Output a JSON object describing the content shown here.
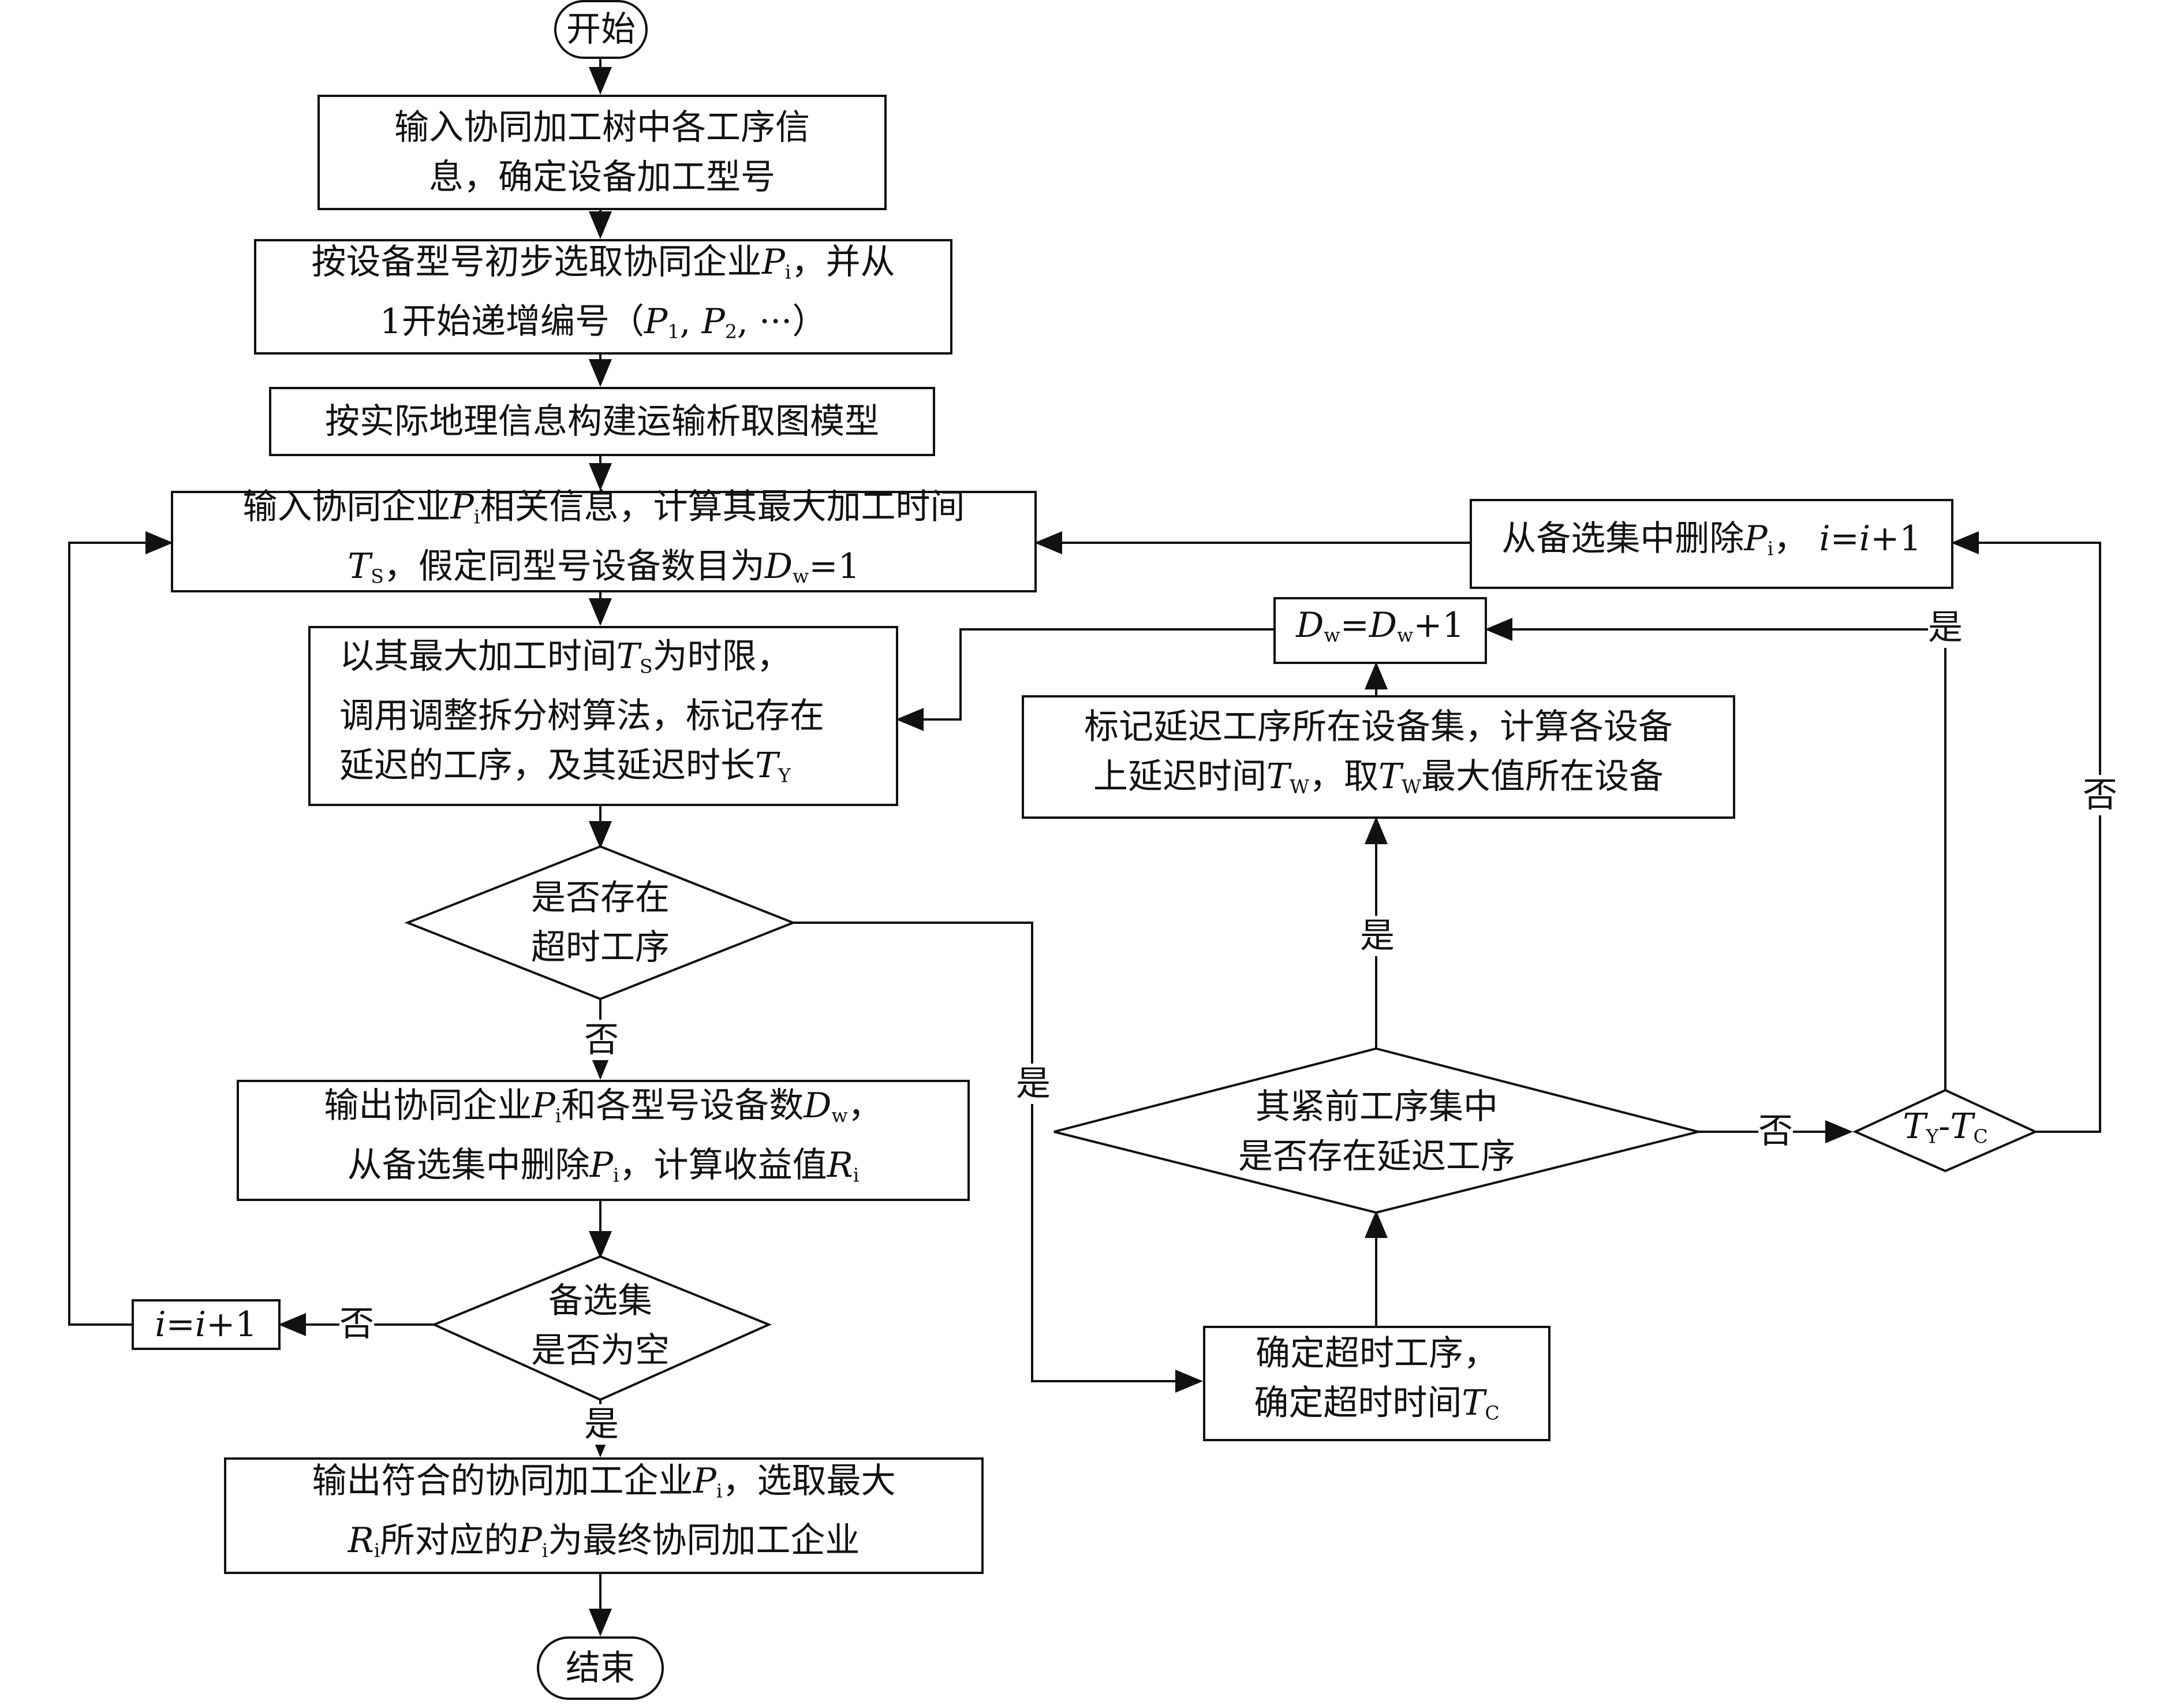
{
  "nodes": {
    "start": {
      "text": "开始"
    },
    "input_tree": {
      "line1": "输入协同加工树中各工序信",
      "line2": "息，确定设备加工型号"
    },
    "select_ent": {
      "l1a": "按设备型号初步选取协同企业",
      "l1var": "P",
      "l1sub": "i",
      "l1b": "，并从",
      "l2a": "1开始递增编号（",
      "l2b": "）"
    },
    "build_graph": {
      "text": "按实际地理信息构建运输析取图模型"
    },
    "input_ent": {
      "l1a": "输入协同企业",
      "l1b": "相关信息，计算其最大加工时间",
      "l2a": "，假定同型号设备数目为",
      "l2b": "=1"
    },
    "call_algo": {
      "l1a": "以其最大加工时间",
      "l1b": "为时限，",
      "line2": "调用调整拆分树算法，标记存在",
      "l3a": "延迟的工序，及其延迟时长"
    },
    "dec_timeout": {
      "line1": "是否存在",
      "line2": "超时工序"
    },
    "output_ent": {
      "l1a": "输出协同企业",
      "l1b": "和各型号设备数",
      "l1c": "，",
      "l2a": "从备选集中删除",
      "l2b": "，计算收益值"
    },
    "dec_empty": {
      "line1": "备选集",
      "line2": "是否为空"
    },
    "incr_i": {
      "text": "=+1"
    },
    "final_output": {
      "l1a": "输出符合的协同加工企业",
      "l1b": "，选取最大",
      "l2a": "所对应的",
      "l2b": "为最终协同加工企业"
    },
    "end": {
      "text": "结束"
    },
    "determine_timeout": {
      "line1": "确定超时工序，",
      "l2a": "确定超时时间"
    },
    "dec_pred": {
      "line1": "其紧前工序集中",
      "line2": "是否存在延迟工序"
    },
    "mark_delay": {
      "l1": "标记延迟工序所在设备集，计算各设备",
      "l2a": "上延迟时间",
      "l2b": "，取",
      "l2c": "最大值所在设备"
    },
    "dw_incr": {
      "text": "=+1"
    },
    "remove_pi": {
      "l1a": "从备选集中删除",
      "l1b": "，"
    },
    "compare": {
      "sep": "-"
    }
  },
  "labels": {
    "yes": "是",
    "no": "否"
  }
}
